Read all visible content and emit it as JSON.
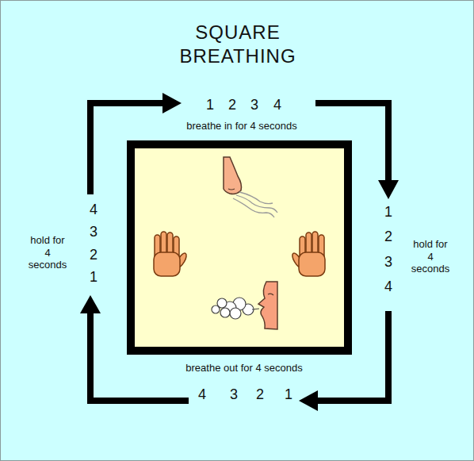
{
  "diagram": {
    "title": "SQUARE BREATHING",
    "labels": [
      "1",
      "2",
      "3",
      "4",
      "breathe in for 4 seconds",
      "1",
      "2",
      "3",
      "4",
      "hold for 4 seconds",
      "breathe out for 4 seconds",
      "4",
      "3",
      "2",
      "1",
      "4",
      "3",
      "2",
      "1",
      "hold for 4 seconds"
    ]
  }
}
